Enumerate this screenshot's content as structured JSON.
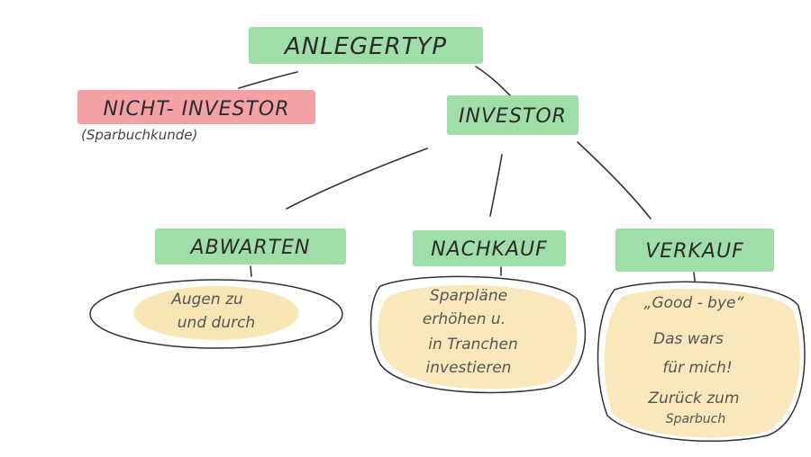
{
  "colors": {
    "green": "#8fd89a",
    "red": "#f08a8f",
    "yellow": "#f4d27a",
    "ink": "#2b2b2b"
  },
  "root": {
    "label": "ANLEGERTYP"
  },
  "non_investor": {
    "label": "NICHT- INVESTOR",
    "sub": "(Sparbuchkunde)"
  },
  "investor": {
    "label": "INVESTOR"
  },
  "options": [
    {
      "label": "ABWARTEN",
      "note": [
        "Augen zu",
        "und durch"
      ]
    },
    {
      "label": "NACHKAUF",
      "note": [
        "Sparpläne",
        "erhöhen u.",
        "in Tranchen",
        "investieren"
      ]
    },
    {
      "label": "VERKAUF",
      "note": [
        "„Good - bye“",
        "Das wars",
        "für mich!",
        "Zurück zum",
        "Sparbuch"
      ]
    }
  ]
}
